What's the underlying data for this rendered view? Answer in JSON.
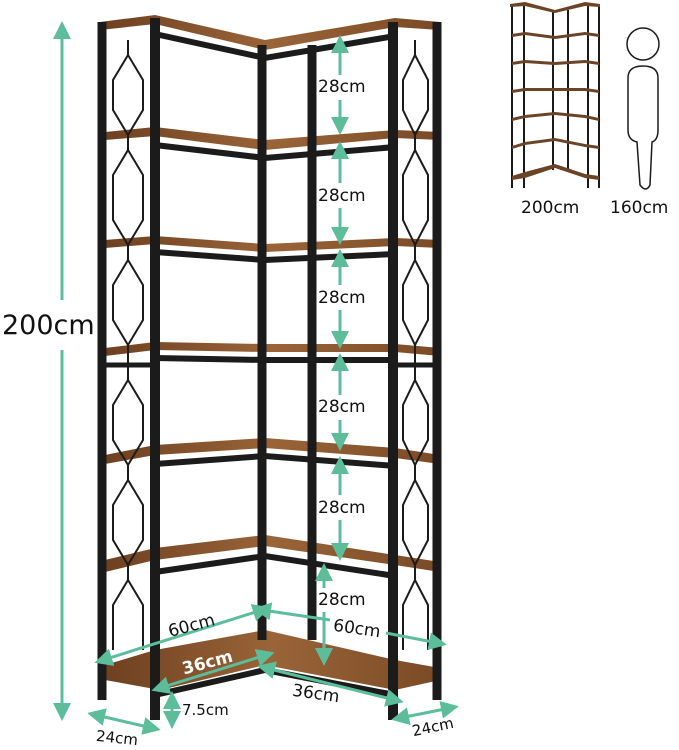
{
  "colors": {
    "dimension_line": "#5cbd9b",
    "frame": "#1b1b1b",
    "wood": "#7a4a26",
    "wood_light": "#9a6438",
    "text": "#111111"
  },
  "overall_height_label": "200cm",
  "shelf_gap_labels": [
    "28cm",
    "28cm",
    "28cm",
    "28cm",
    "28cm",
    "28cm"
  ],
  "bottom_dimensions": {
    "left_length": "60cm",
    "right_length": "60cm",
    "inner_left": "36cm",
    "inner_right": "36cm",
    "foot_clearance": "7.5cm",
    "left_depth": "24cm",
    "right_depth": "24cm"
  },
  "comparison": {
    "shelf_height_label": "200cm",
    "person_height_label": "160cm"
  }
}
